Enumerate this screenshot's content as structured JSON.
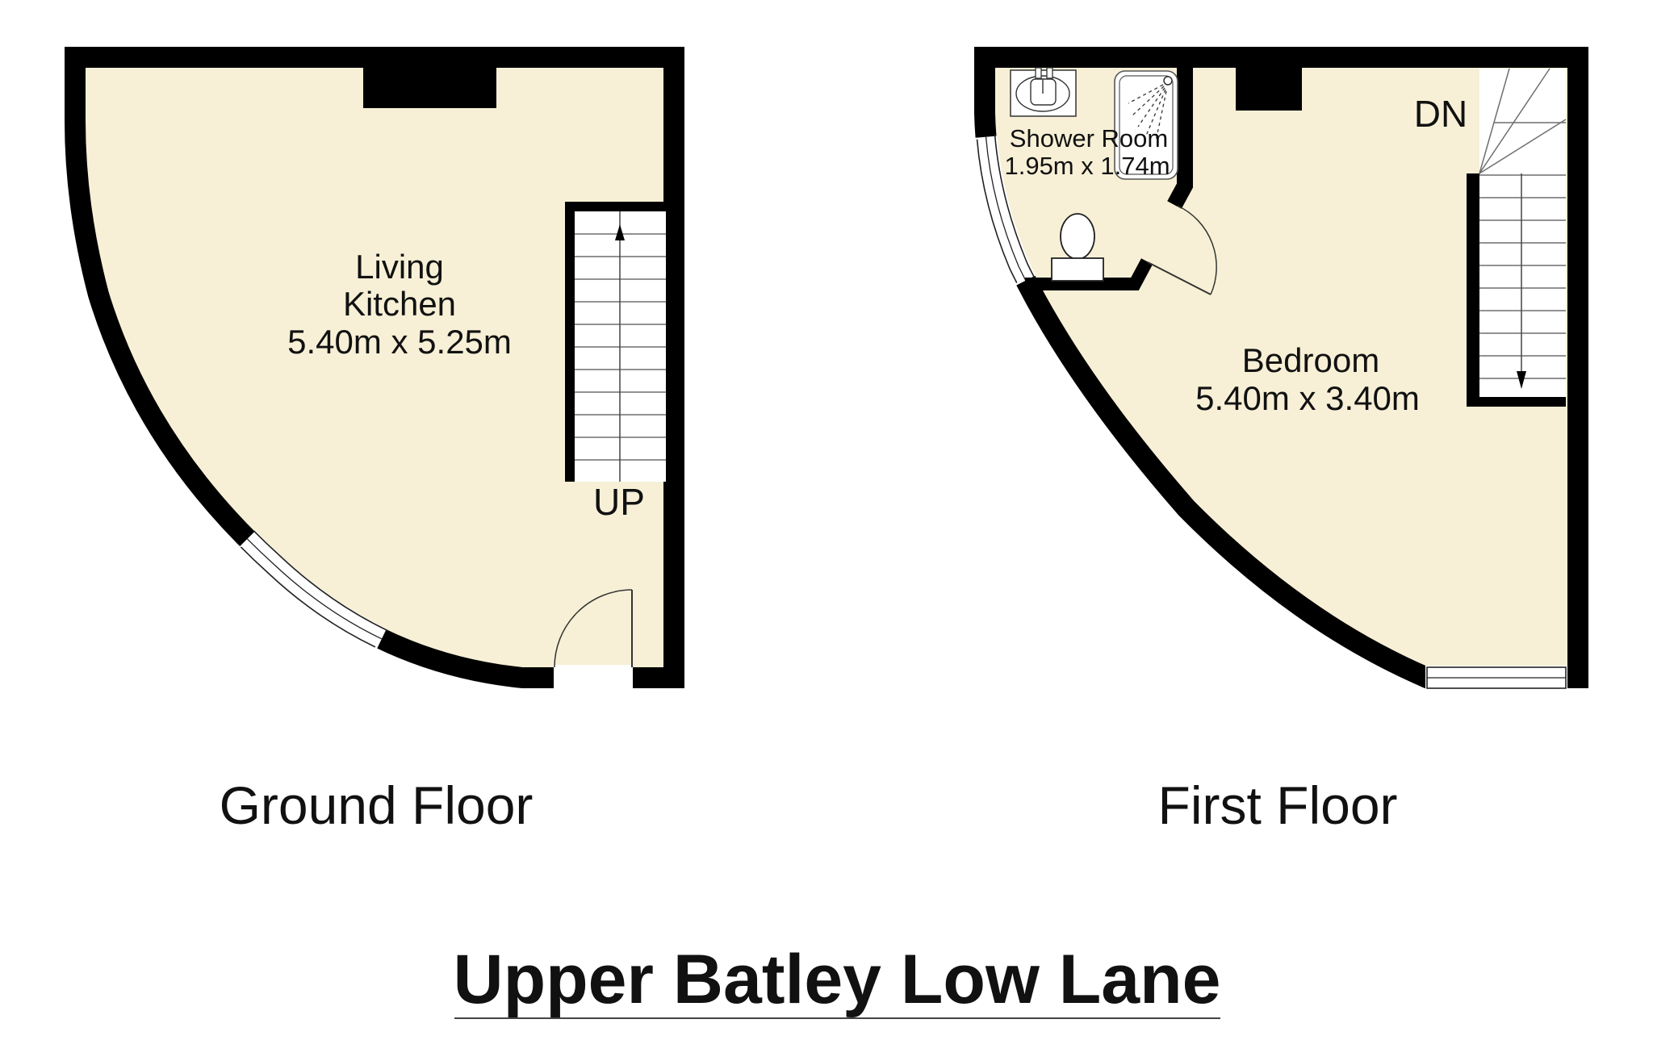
{
  "title": {
    "text": "Upper Batley Low Lane"
  },
  "floors": {
    "ground": {
      "label": "Ground Floor",
      "room_line1": "Living",
      "room_line2": "Kitchen",
      "room_dims": "5.40m x 5.25m",
      "stairs_label": "UP"
    },
    "first": {
      "label": "First Floor",
      "room_name": "Bedroom",
      "room_dims": "5.40m x 3.40m",
      "shower_name": "Shower Room",
      "shower_dims": "1.95m x 1.74m",
      "stairs_label": "DN"
    }
  },
  "icons": {
    "toilet": "toilet-icon",
    "sink": "sink-icon",
    "shower": "shower-head-icon",
    "stairs_up": "stairs-up-arrow-icon",
    "stairs_down": "stairs-down-arrow-icon",
    "door_swing": "door-swing-arc",
    "window": "window-band"
  },
  "colors": {
    "room_fill": "#F7F0D6",
    "wall": "#000000",
    "background": "#FFFFFF",
    "tread_line": "#6e6e6e",
    "fixture_line": "#222222"
  }
}
